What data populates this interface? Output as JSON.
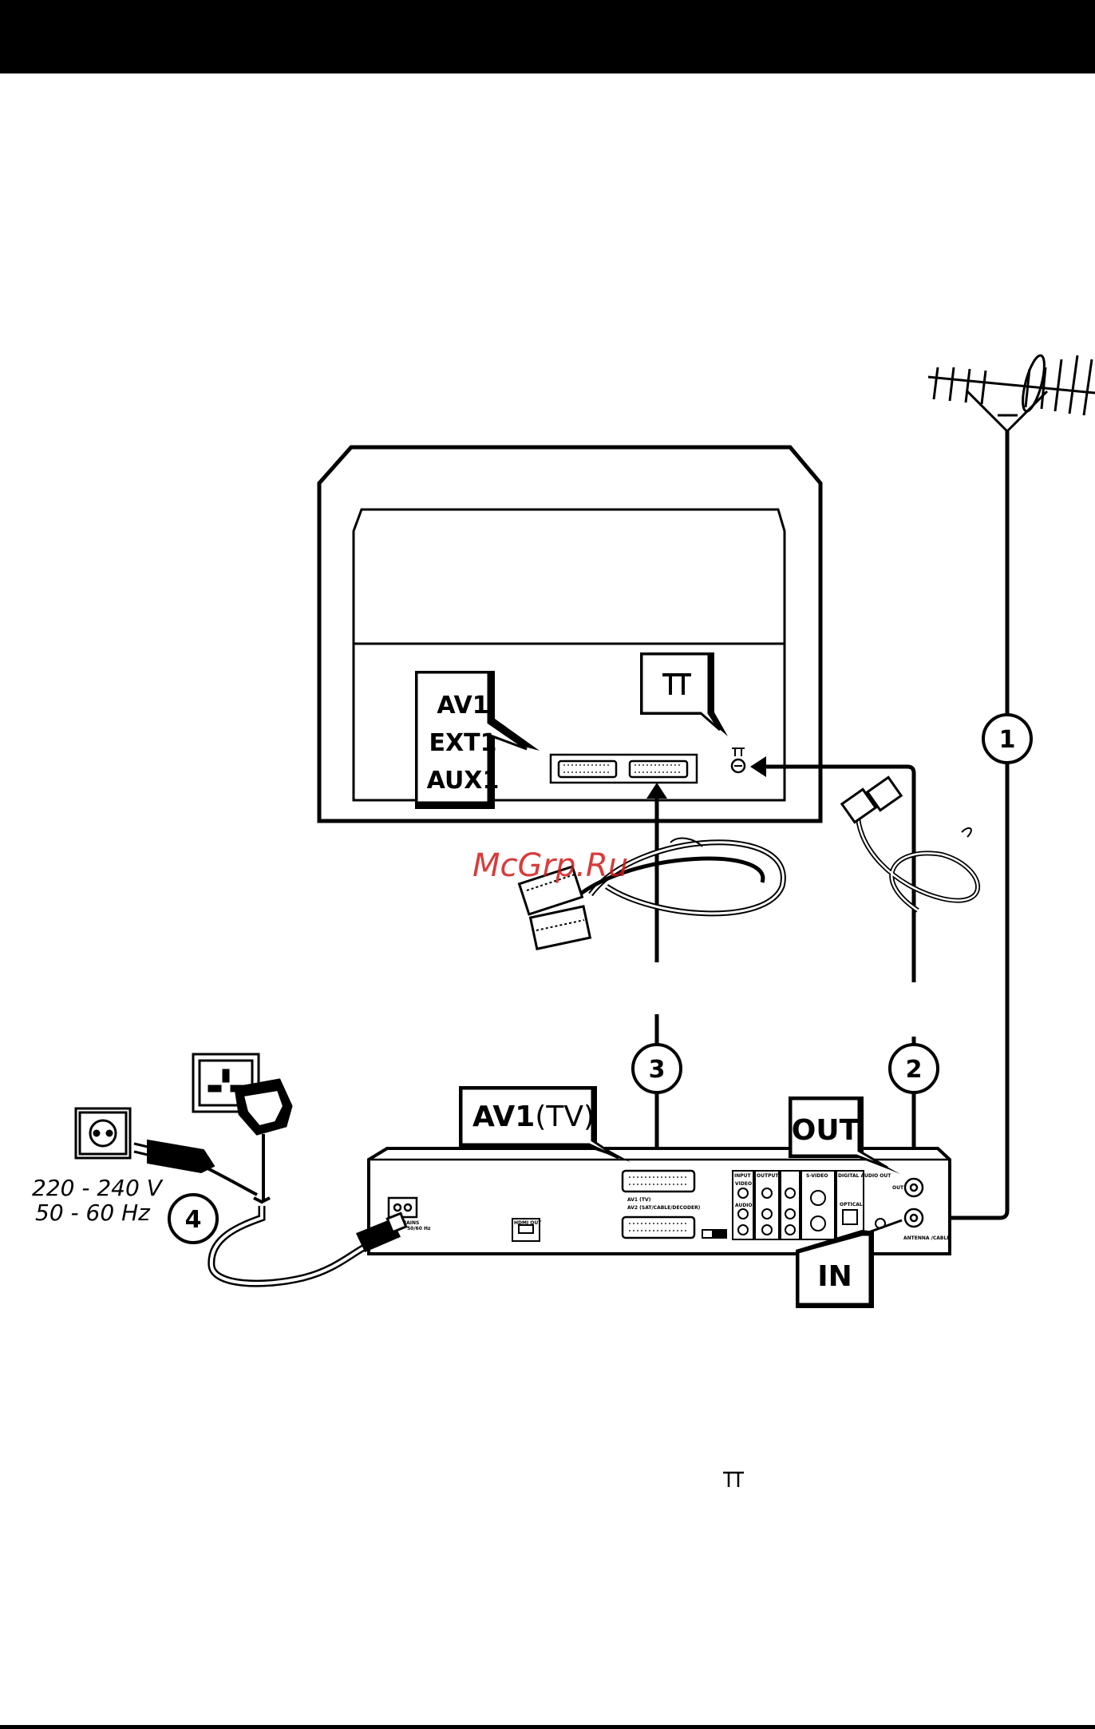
{
  "tv_labels": {
    "line1": "AV1",
    "line2": "EXT1",
    "line3": "AUX1"
  },
  "recorder_labels": {
    "av1_tv_bold": "AV1",
    "av1_tv_paren": "(TV)",
    "out": "OUT",
    "in": "IN"
  },
  "steps": {
    "one": "1",
    "two": "2",
    "three": "3",
    "four": "4"
  },
  "mains": {
    "voltage": "220 - 240 V",
    "frequency": "50 - 60 Hz"
  },
  "watermark": "McGrp.Ru",
  "panel": {
    "scart_av1": "AV1 (TV)",
    "scart_av2": "AV2 (SAT/CABLE/DECODER)",
    "hdmi": "HDMI OUT",
    "input": "INPUT",
    "output": "OUTPUT",
    "video": "VIDEO",
    "audio": "AUDIO",
    "svideo": "S-VIDEO",
    "digital": "DIGITAL AUDIO OUT",
    "optical": "OPTICAL",
    "out_small": "OUT",
    "antenna": "ANTENNA /CABLE",
    "power": "AC MAINS",
    "power_rating": "50/60 Hz"
  },
  "colors": {
    "ink": "#000000",
    "paper": "#ffffff",
    "watermark": "#d11a1a"
  }
}
